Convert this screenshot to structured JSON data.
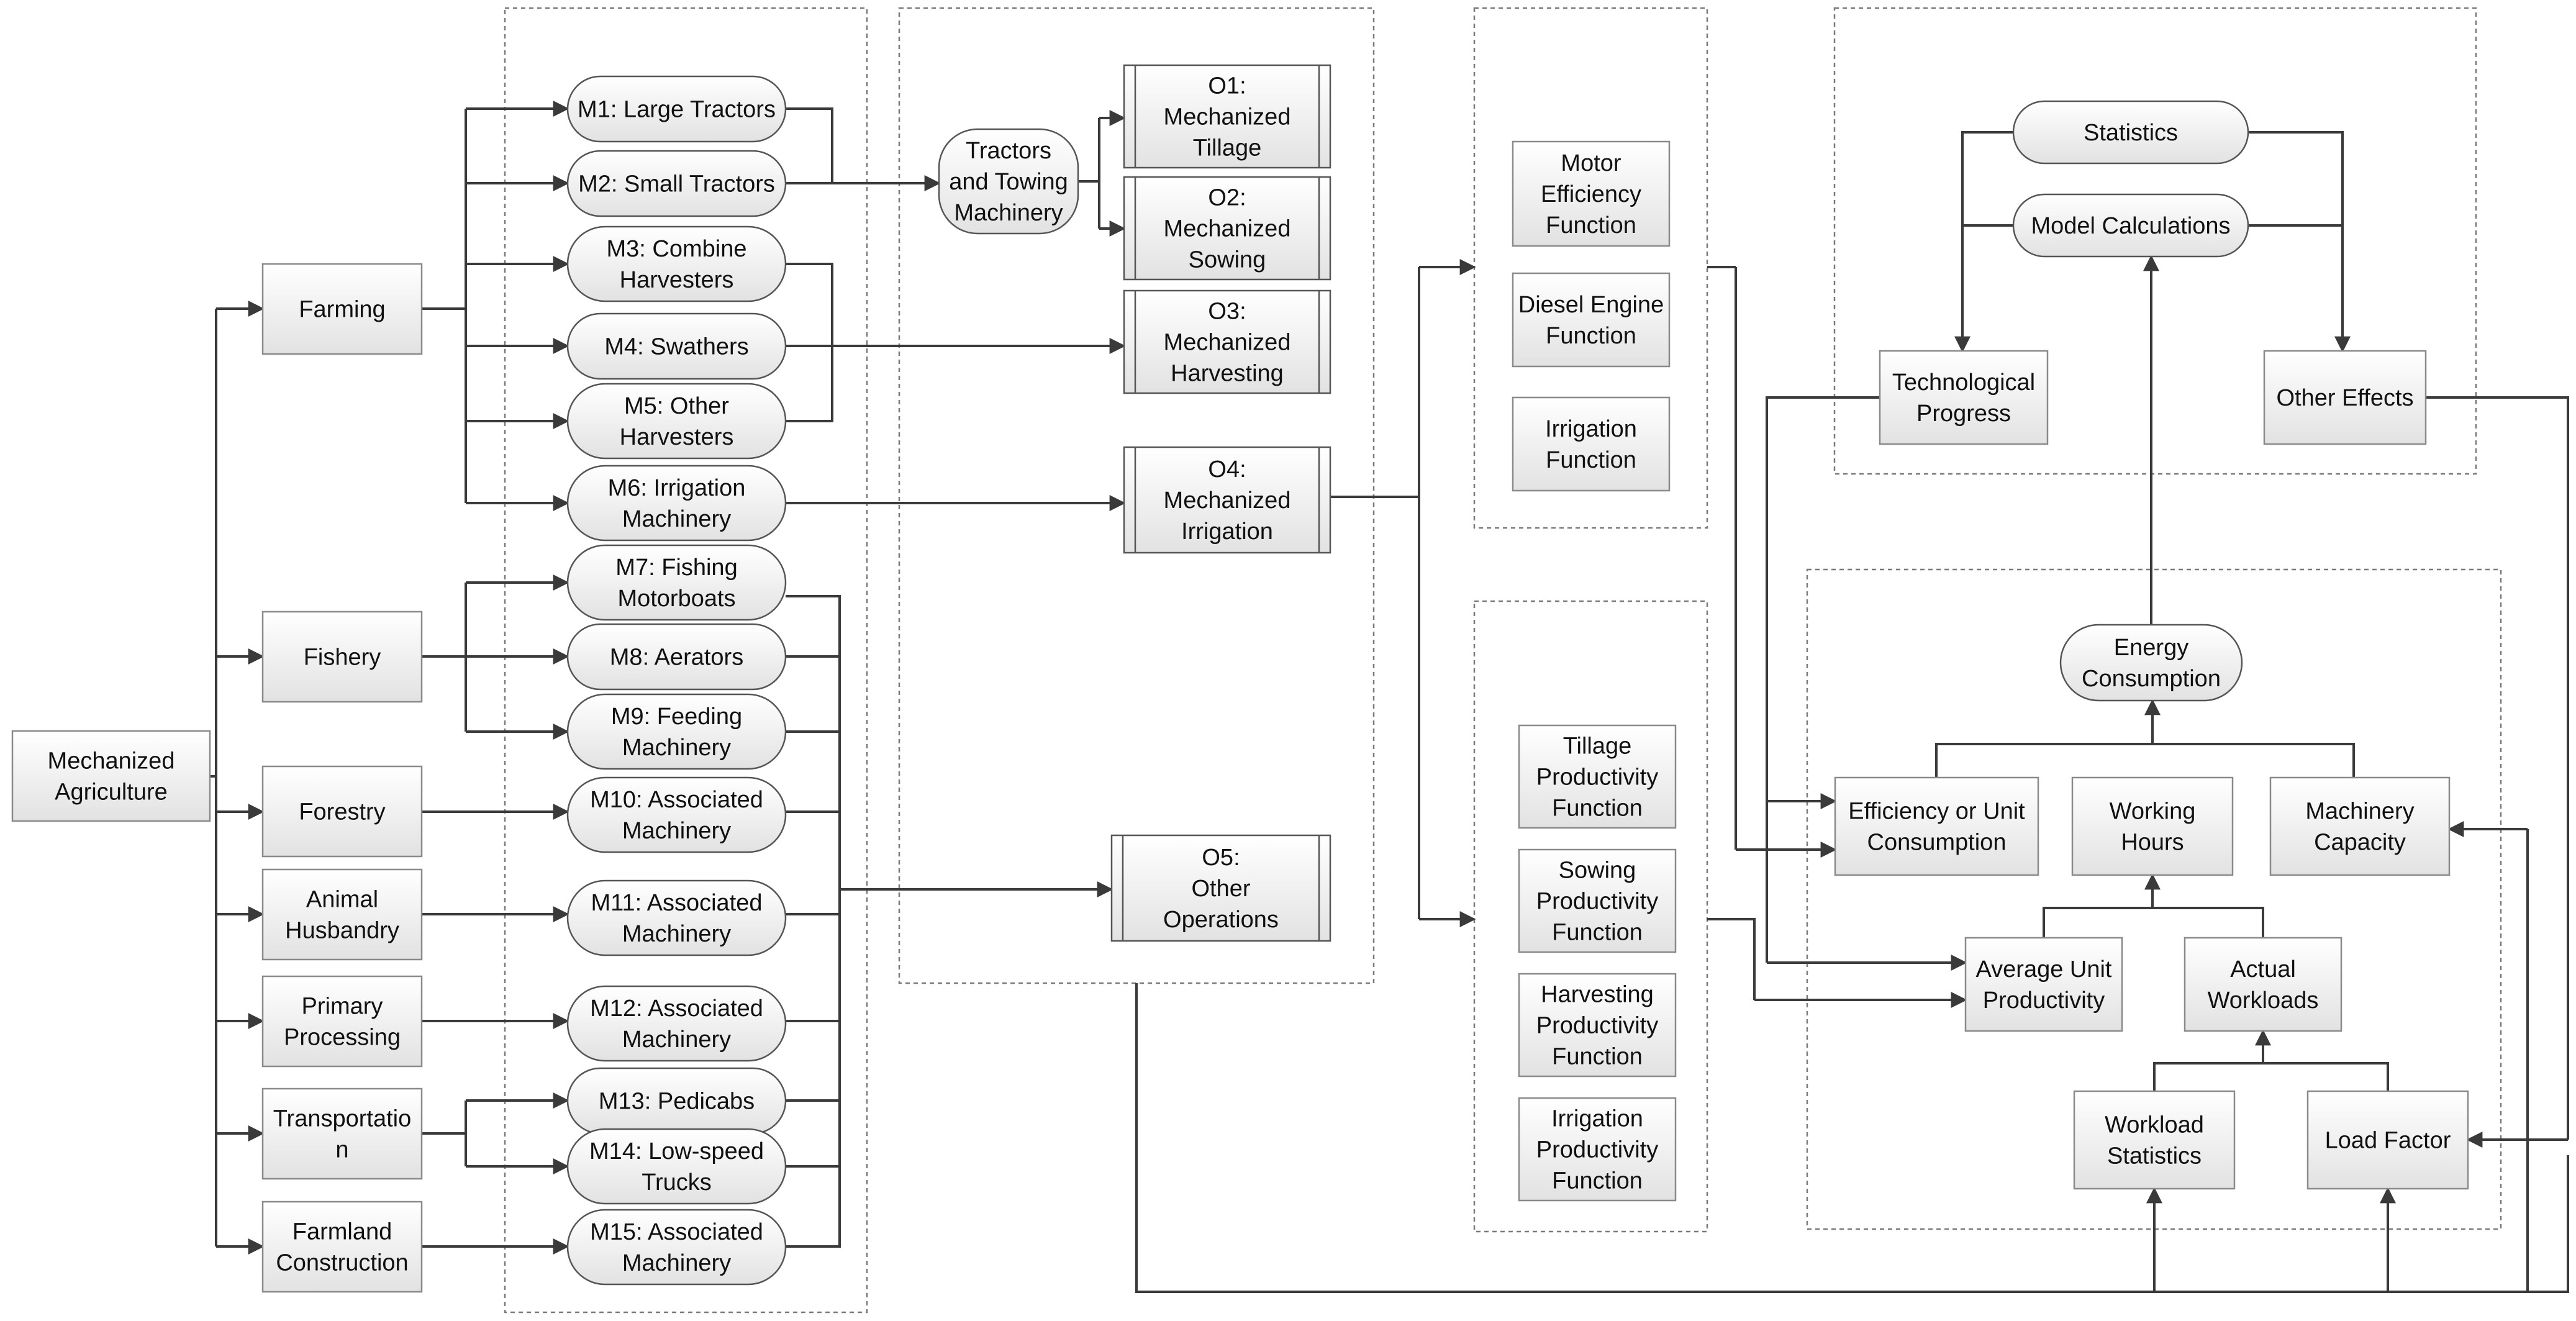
{
  "modules": [
    {
      "key": "distribution",
      "title": [
        "Distribution Module"
      ]
    },
    {
      "key": "operation",
      "title": [
        "Operation  Module"
      ]
    },
    {
      "key": "unit",
      "title": [
        "Unit",
        "Consumption",
        "Module"
      ]
    },
    {
      "key": "correction",
      "title": [
        "Correction Module"
      ]
    },
    {
      "key": "productivity",
      "title": [
        "Productivity",
        "Module"
      ]
    },
    {
      "key": "main",
      "title": [
        "Main Module"
      ]
    }
  ],
  "nodes": [
    {
      "id": "mech",
      "label": [
        "Mechanized",
        "Agriculture"
      ]
    },
    {
      "id": "farming",
      "label": [
        "Farming"
      ]
    },
    {
      "id": "fishery",
      "label": [
        "Fishery"
      ]
    },
    {
      "id": "forestry",
      "label": [
        "Forestry"
      ]
    },
    {
      "id": "animal",
      "label": [
        "Animal",
        "Husbandry"
      ]
    },
    {
      "id": "primary",
      "label": [
        "Primary",
        "Processing"
      ]
    },
    {
      "id": "transport",
      "label": [
        "Transportatio",
        "n"
      ]
    },
    {
      "id": "farmland",
      "label": [
        "Farmland",
        "Construction"
      ]
    },
    {
      "id": "m1",
      "label": [
        "M1: Large Tractors"
      ]
    },
    {
      "id": "m2",
      "label": [
        "M2: Small Tractors"
      ]
    },
    {
      "id": "m3",
      "label": [
        "M3: Combine",
        "Harvesters"
      ]
    },
    {
      "id": "m4",
      "label": [
        "M4: Swathers"
      ]
    },
    {
      "id": "m5",
      "label": [
        "M5: Other",
        "Harvesters"
      ]
    },
    {
      "id": "m6",
      "label": [
        "M6: Irrigation",
        "Machinery"
      ]
    },
    {
      "id": "m7",
      "label": [
        "M7: Fishing",
        "Motorboats"
      ]
    },
    {
      "id": "m8",
      "label": [
        "M8: Aerators"
      ]
    },
    {
      "id": "m9",
      "label": [
        "M9: Feeding",
        "Machinery"
      ]
    },
    {
      "id": "m10",
      "label": [
        "M10: Associated",
        "Machinery"
      ]
    },
    {
      "id": "m11",
      "label": [
        "M11: Associated",
        "Machinery"
      ]
    },
    {
      "id": "m12",
      "label": [
        "M12: Associated",
        "Machinery"
      ]
    },
    {
      "id": "m13",
      "label": [
        "M13: Pedicabs"
      ]
    },
    {
      "id": "m14",
      "label": [
        "M14: Low-speed",
        "Trucks"
      ]
    },
    {
      "id": "m15",
      "label": [
        "M15: Associated",
        "Machinery"
      ]
    },
    {
      "id": "towing",
      "label": [
        "Tractors",
        "and Towing",
        "Machinery"
      ]
    },
    {
      "id": "o1",
      "label": [
        "O1:",
        "Mechanized",
        "Tillage"
      ]
    },
    {
      "id": "o2",
      "label": [
        "O2:",
        "Mechanized",
        "Sowing"
      ]
    },
    {
      "id": "o3",
      "label": [
        "O3:",
        "Mechanized",
        "Harvesting"
      ]
    },
    {
      "id": "o4",
      "label": [
        "O4:",
        "Mechanized",
        "Irrigation"
      ]
    },
    {
      "id": "o5",
      "label": [
        "O5:",
        "Other",
        "Operations"
      ]
    },
    {
      "id": "motor",
      "label": [
        "Motor",
        "Efficiency",
        "Function"
      ]
    },
    {
      "id": "diesel",
      "label": [
        "Diesel Engine",
        "Function"
      ]
    },
    {
      "id": "irrfn",
      "label": [
        "Irrigation",
        "Function"
      ]
    },
    {
      "id": "tillp",
      "label": [
        "Tillage",
        "Productivity",
        "Function"
      ]
    },
    {
      "id": "sowp",
      "label": [
        "Sowing",
        "Productivity",
        "Function"
      ]
    },
    {
      "id": "harvp",
      "label": [
        "Harvesting",
        "Productivity",
        "Function"
      ]
    },
    {
      "id": "irrp",
      "label": [
        "Irrigation",
        "Productivity",
        "Function"
      ]
    },
    {
      "id": "stats",
      "label": [
        "Statistics"
      ]
    },
    {
      "id": "modelcalc",
      "label": [
        "Model Calculations"
      ]
    },
    {
      "id": "techprog",
      "label": [
        "Technological",
        "Progress"
      ]
    },
    {
      "id": "othereff",
      "label": [
        "Other Effects"
      ]
    },
    {
      "id": "energy",
      "label": [
        "Energy",
        "Consumption"
      ]
    },
    {
      "id": "effunit",
      "label": [
        "Efficiency or Unit",
        "Consumption"
      ]
    },
    {
      "id": "workhrs",
      "label": [
        "Working",
        "Hours"
      ]
    },
    {
      "id": "machcap",
      "label": [
        "Machinery",
        "Capacity"
      ]
    },
    {
      "id": "avgprod",
      "label": [
        "Average Unit",
        "Productivity"
      ]
    },
    {
      "id": "actwork",
      "label": [
        "Actual",
        "Workloads"
      ]
    },
    {
      "id": "workstat",
      "label": [
        "Workload",
        "Statistics"
      ]
    },
    {
      "id": "loadfac",
      "label": [
        "Load Factor"
      ]
    }
  ]
}
